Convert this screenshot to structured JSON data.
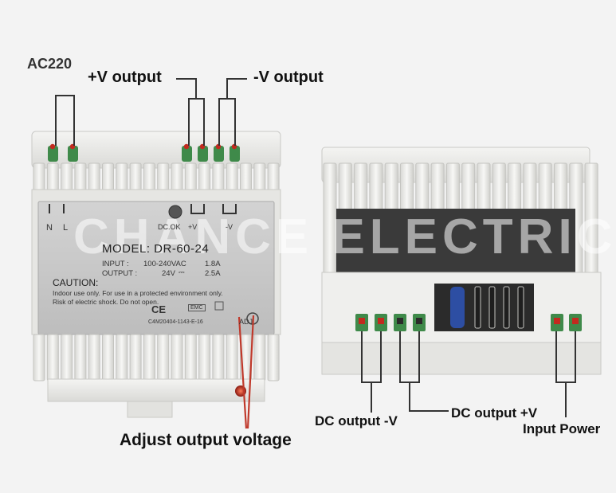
{
  "callouts": {
    "ac220": "AC220",
    "plus_v_output": "+V output",
    "minus_v_output": "-V output",
    "adjust_output_voltage": "Adjust output voltage",
    "dc_output_minus_v": "DC output -V",
    "dc_output_plus_v": "DC output +V",
    "input_power": "Input Power"
  },
  "label": {
    "terminal_n": "N",
    "terminal_l": "L",
    "dc_ok": "DC.OK",
    "plus_v": "+V",
    "minus_v": "-V",
    "model": "MODEL: DR-60-24",
    "input_label": "INPUT :",
    "input_value": "100-240VAC",
    "input_current": "1.8A",
    "output_label": "OUTPUT :",
    "output_value": "24V",
    "output_symbol": "⎓",
    "output_current": "2.5A",
    "caution_title": "CAUTION:",
    "caution_line_1": "Indoor use only. For use in a protected environment only.",
    "caution_line_2": "Risk of electric shock. Do not open.",
    "ce_mark": "CE",
    "emc_mark": "EMC",
    "serial": "C4M20404-1143-E-16",
    "adj": "ADJ"
  },
  "watermark": "CHANCE ELECTRIC",
  "colors": {
    "background": "#f3f3f3",
    "housing": "#e9e9e7",
    "label_panel": "#c9c9c9",
    "terminal_green": "#3f8a4a",
    "led_red": "#c22a1f",
    "callout_line_red": "#c0392b",
    "callout_line_dark": "#333333"
  }
}
